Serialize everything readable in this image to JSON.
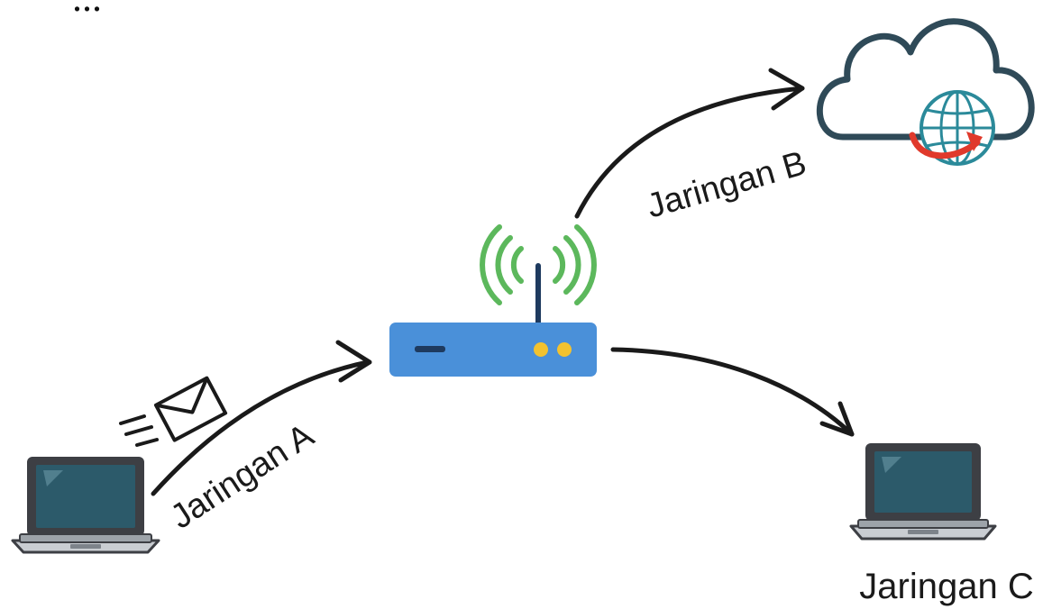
{
  "header": {
    "partial_title": "..."
  },
  "connections": [
    {
      "id": "A",
      "label": "Jaringan A"
    },
    {
      "id": "B",
      "label": "Jaringan B"
    }
  ],
  "destination": {
    "label": "Jaringan C"
  },
  "icons": {
    "source_device": "laptop-icon",
    "message": "envelope-icon",
    "hub": "router-icon",
    "signal": "wifi-signal-icon",
    "internet": "cloud-globe-icon",
    "target_device": "laptop-icon"
  },
  "colors": {
    "router_body": "#4a90d9",
    "router_lights": "#f2c230",
    "signal_waves": "#5cb85c",
    "cloud_outline": "#2f4a58",
    "globe": "#2b8a9a",
    "globe_arrow": "#e0392b",
    "arrows": "#1a1a1a"
  }
}
